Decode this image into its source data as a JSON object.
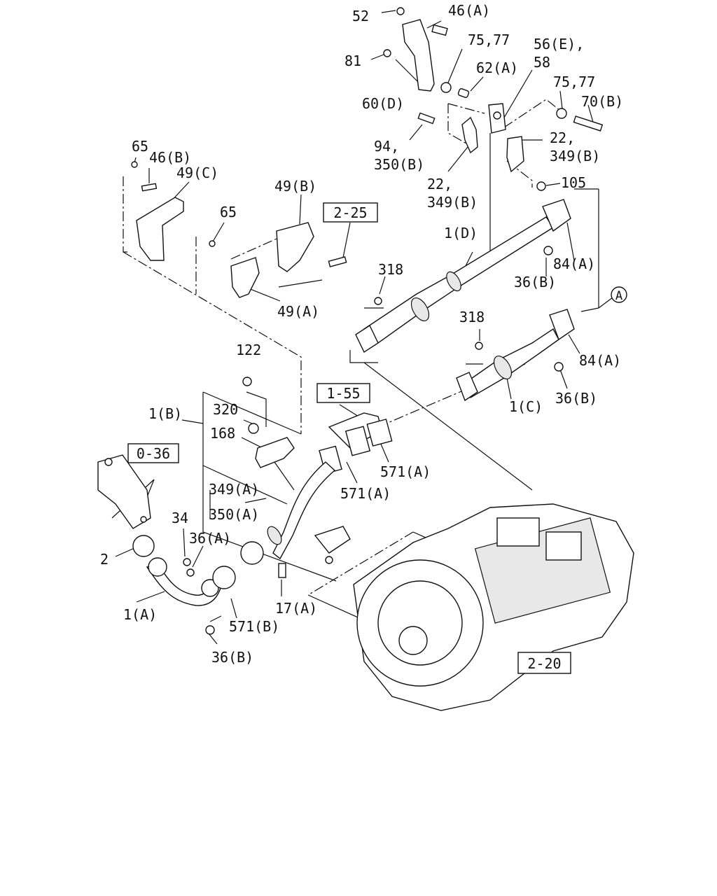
{
  "labels": {
    "l52": "52",
    "l46a": "46(A)",
    "l81": "81",
    "l7577a": "75,77",
    "l62a": "62(A)",
    "l56e": "56(E),",
    "l58": "58",
    "l7577b": "75,77",
    "l70b": "70(B)",
    "l60d": "60(D)",
    "l94": "94,",
    "l350b": "350(B)",
    "l22a": "22,",
    "l349ba": "349(B)",
    "l22b": "22,",
    "l349bb": "349(B)",
    "l105": "105",
    "l65a": "65",
    "l46b": "46(B)",
    "l49c": "49(C)",
    "l49b": "49(B)",
    "l65b": "65",
    "l1d": "1(D)",
    "l318a": "318",
    "l84aa": "84(A)",
    "l36ba": "36(B)",
    "l49a": "49(A)",
    "l318b": "318",
    "l84ab": "84(A)",
    "l36bb": "36(B)",
    "l1c": "1(C)",
    "l122": "122",
    "l1b": "1(B)",
    "l320": "320",
    "l168": "168",
    "l571aa": "571(A)",
    "l571ab": "571(A)",
    "l349a": "349(A)",
    "l350a": "350(A)",
    "l34": "34",
    "l36a": "36(A)",
    "l2": "2",
    "l1a": "1(A)",
    "l571b": "571(B)",
    "l17a": "17(A)",
    "l36bc": "36(B)",
    "circleA": "A"
  },
  "refs": {
    "r225": "2-25",
    "r155": "1-55",
    "r036": "0-36",
    "r220": "2-20"
  }
}
